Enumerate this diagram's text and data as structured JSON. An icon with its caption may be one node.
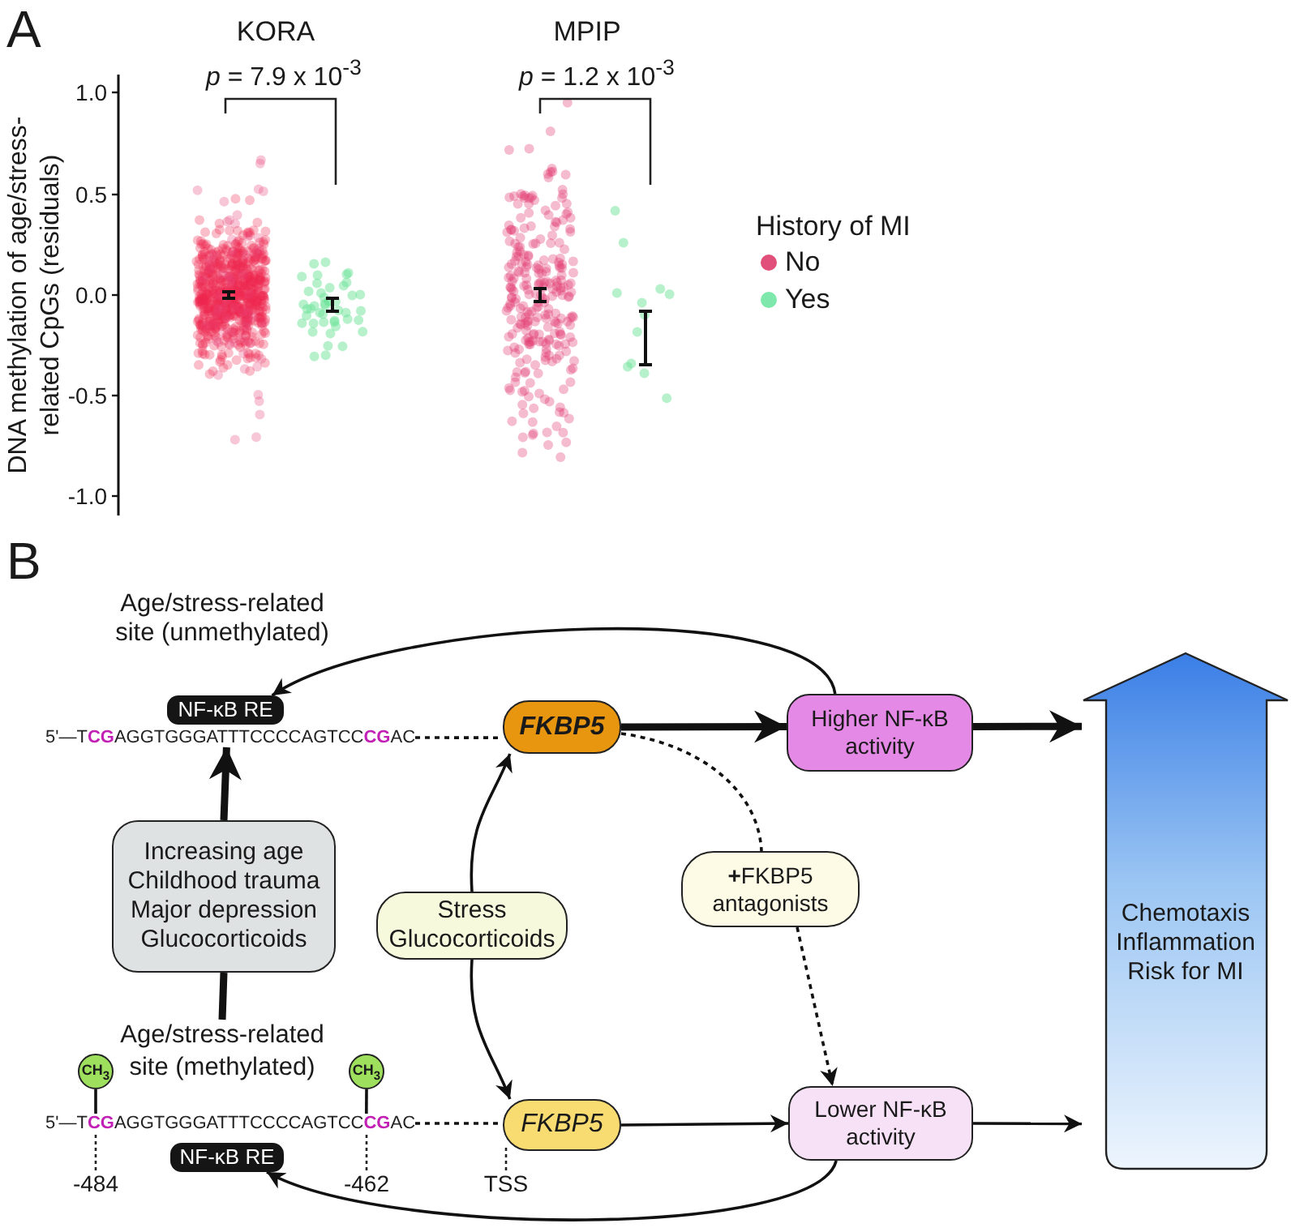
{
  "diagram": {
    "nodes": [
      {
        "text": [
          "5'—T**CG**AGGTGGGATTTCCCCAGTCC**CG**AC"
        ]
      },
      {
        "text": [
          "NF-κB RE"
        ]
      },
      {
        "text": [
          "FKBP5"
        ]
      },
      {
        "text": [
          "Higher NF-κB activity"
        ]
      },
      {
        "text": [
          "Chemotaxis",
          "Inflammation",
          "Risk for MI"
        ]
      },
      {
        "text": [
          "Increasing age",
          "Childhood trauma",
          "Major depression",
          "Glucocorticoids"
        ]
      },
      {
        "text": [
          "Stress",
          "Glucocorticoids"
        ]
      },
      {
        "text": [
          "**+**FKBP5 antagonists"
        ]
      },
      {
        "text": [
          "Age/stress-related site (methylated)"
        ]
      },
      {
        "text": [
          "CH$_{3}$"
        ]
      },
      {
        "text": [
          "CH$_{3}$"
        ]
      },
      {
        "text": [
          "5'—T**CG**AGGTGGGATTTCCCCAGTCC**CG**AC"
        ]
      },
      {
        "text": [
          "FKBP5"
        ]
      },
      {
        "text": [
          "Lower NF-κB activity"
        ]
      },
      {
        "text": [
          "NF-κB RE"
        ]
      }
    ],
    "edges": [
      {
        "from": 0,
        "to": 2,
        "arrow": "none",
        "style": "dashed"
      },
      {
        "from": 2,
        "to": 3,
        "arrow": "to",
        "style": "thick"
      },
      {
        "from": 3,
        "to": 4,
        "arrow": "to",
        "style": "thick"
      },
      {
        "from": 3,
        "to": 1,
        "arrow": "to"
      },
      {
        "from": 5,
        "to": 0,
        "arrow": "to",
        "style": "thick"
      },
      {
        "from": 5,
        "to": 8,
        "arrow": "none",
        "style": "thick"
      },
      {
        "from": 6,
        "to": 2,
        "arrow": "to"
      },
      {
        "from": 6,
        "to": 12,
        "arrow": "to"
      },
      {
        "from": 2,
        "to": 7,
        "arrow": "none",
        "style": "dashed"
      },
      {
        "from": 7,
        "to": 13,
        "arrow": "to",
        "style": "dashed"
      },
      {
        "from": 9,
        "to": 11,
        "arrow": "none"
      },
      {
        "from": 10,
        "to": 11,
        "arrow": "none"
      },
      {
        "from": 11,
        "to": 12,
        "arrow": "none",
        "style": "dashed"
      },
      {
        "from": 12,
        "to": 13,
        "arrow": "to"
      },
      {
        "from": 13,
        "to": 4,
        "arrow": "to"
      },
      {
        "from": 13,
        "to": 14,
        "arrow": "to"
      }
    ],
    "labels": [
      "A",
      "KORA",
      "MPIP",
      "*p* = 7.9 x 10$^{-3}$",
      "*p* = 1.2 x 10$^{-3}$",
      "1.0",
      "0.5",
      "0.0",
      "-0.5",
      "-1.0",
      "DNA methylation of age/stress-related CpGs (residuals)",
      "History of MI",
      "B",
      "Age/stress-related site (unmethylated)",
      "-484",
      "-462",
      "TSS"
    ],
    "legend": [
      {
        "text": "No",
        "color": "#e0507a"
      },
      {
        "text": "Yes",
        "color": "#7ee8ac"
      }
    ]
  }
}
